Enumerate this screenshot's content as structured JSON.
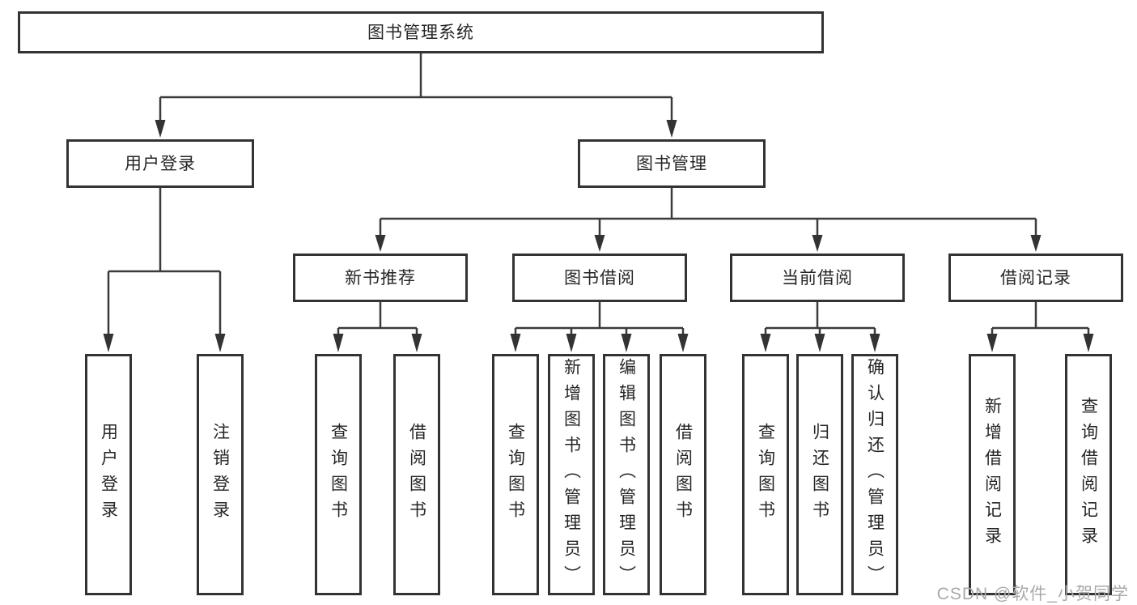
{
  "tree": {
    "label": "图书管理系统",
    "children": [
      {
        "label": "用户登录",
        "children": [
          {
            "label": "用户登录"
          },
          {
            "label": "注销登录"
          }
        ]
      },
      {
        "label": "图书管理",
        "children": [
          {
            "label": "新书推荐",
            "children": [
              {
                "label": "查询图书"
              },
              {
                "label": "借阅图书"
              }
            ]
          },
          {
            "label": "图书借阅",
            "children": [
              {
                "label": "查询图书"
              },
              {
                "label": "新增图书（管理员）"
              },
              {
                "label": "编辑图书（管理员）"
              },
              {
                "label": "借阅图书"
              }
            ]
          },
          {
            "label": "当前借阅",
            "children": [
              {
                "label": "查询图书"
              },
              {
                "label": "归还图书"
              },
              {
                "label": "确认归还（管理员）"
              }
            ]
          },
          {
            "label": "借阅记录",
            "children": [
              {
                "label": "新增借阅记录"
              },
              {
                "label": "查询借阅记录"
              }
            ]
          }
        ]
      }
    ]
  },
  "watermark": {
    "text": "CSDN @软件_小贺同学"
  },
  "colors": {
    "line": "#3b3b3b",
    "border": "#333333",
    "text": "#262626",
    "watermark": "#a9a9a9",
    "background": "#ffffff"
  }
}
